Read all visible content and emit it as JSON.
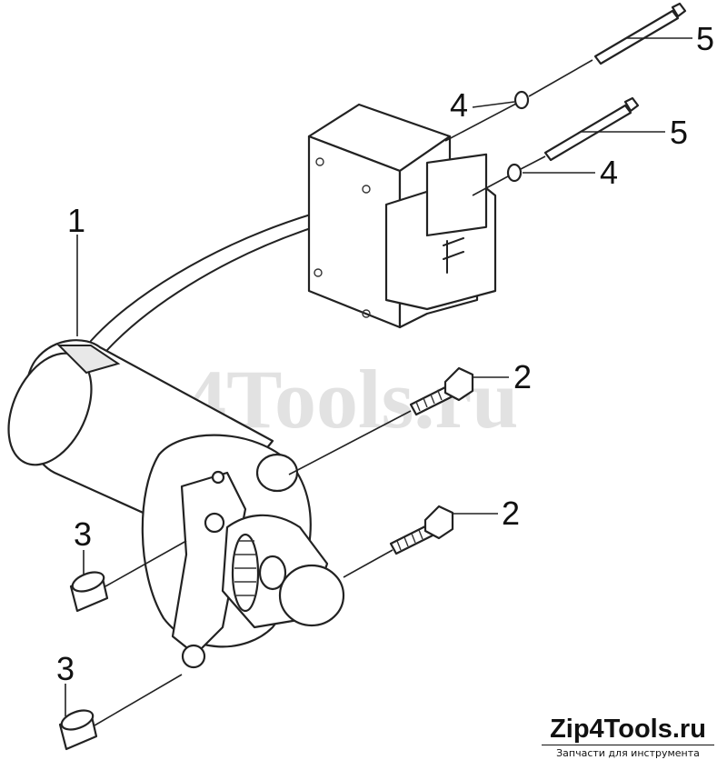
{
  "watermark": "Zip4Tools.ru",
  "callouts": [
    {
      "id": "c1",
      "label": "1"
    },
    {
      "id": "c2a",
      "label": "2"
    },
    {
      "id": "c2b",
      "label": "2"
    },
    {
      "id": "c3a",
      "label": "3"
    },
    {
      "id": "c3b",
      "label": "3"
    },
    {
      "id": "c4a",
      "label": "4"
    },
    {
      "id": "c4b",
      "label": "4"
    },
    {
      "id": "c5a",
      "label": "5"
    },
    {
      "id": "c5b",
      "label": "5"
    }
  ],
  "brand": {
    "name": "Zip4Tools.ru",
    "tagline": "Запчасти для инструмента"
  }
}
